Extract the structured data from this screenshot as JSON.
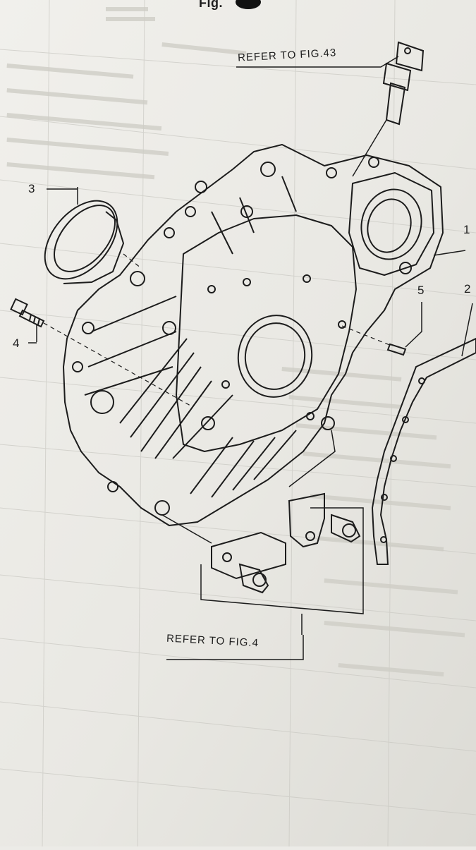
{
  "header": {
    "fig_text": "Fig."
  },
  "references": {
    "top": "REFER TO FIG.43",
    "bottom": "REFER TO FIG.4"
  },
  "callouts": {
    "p1": "1",
    "p2": "2",
    "p3": "3",
    "p4": "4",
    "p5": "5"
  }
}
